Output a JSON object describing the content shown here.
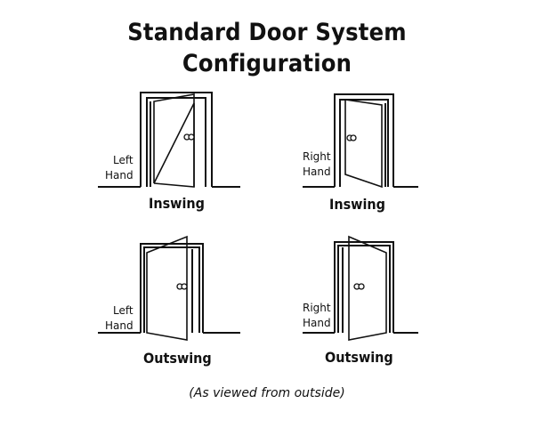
{
  "title_line1": "Standard Door System",
  "title_line2": "Configuration",
  "panels": [
    {
      "hand_line1": "Left",
      "hand_line2": "Hand",
      "swing": "Inswing"
    },
    {
      "hand_line1": "Right",
      "hand_line2": "Hand",
      "swing": "Inswing"
    },
    {
      "hand_line1": "Left",
      "hand_line2": "Hand",
      "swing": "Outswing"
    },
    {
      "hand_line1": "Right",
      "hand_line2": "Hand",
      "swing": "Outswing"
    }
  ],
  "footnote": "(As viewed from outside)"
}
